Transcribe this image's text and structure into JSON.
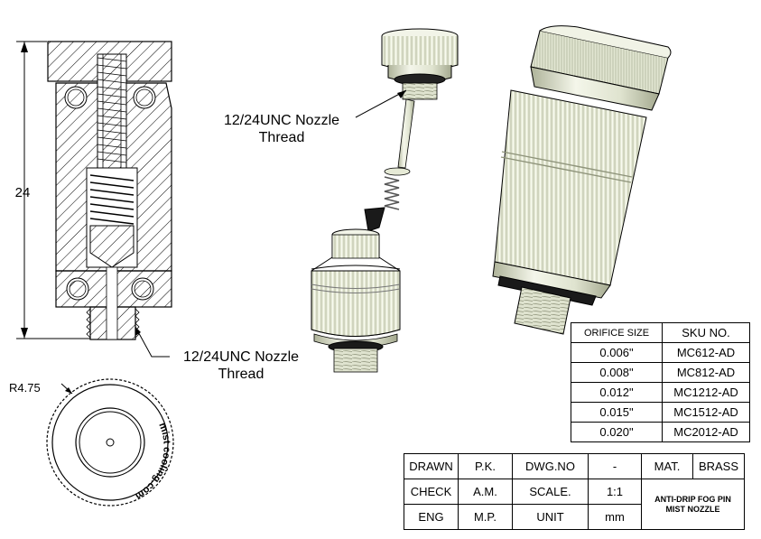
{
  "labels": {
    "dimension_height": "24",
    "thread_label_lower": "12/24UNC Nozzle Thread",
    "thread_label_upper": "12/24UNC Nozzle Thread",
    "radius": "R4.75",
    "brand_text": "mist cooling.com"
  },
  "sku_table": {
    "headers": [
      "ORIFICE SIZE",
      "SKU NO."
    ],
    "rows": [
      [
        "0.006\"",
        "MC612-AD"
      ],
      [
        "0.008\"",
        "MC812-AD"
      ],
      [
        "0.012\"",
        "MC1212-AD"
      ],
      [
        "0.015\"",
        "MC1512-AD"
      ],
      [
        "0.020\"",
        "MC2012-AD"
      ]
    ]
  },
  "title_block": {
    "drawn_label": "DRAWN",
    "drawn_value": "P.K.",
    "dwg_label": "DWG.NO",
    "dwg_value": "-",
    "mat_label": "MAT.",
    "mat_value": "BRASS",
    "check_label": "CHECK",
    "check_value": "A.M.",
    "scale_label": "SCALE.",
    "scale_value": "1:1",
    "description": "ANTI-DRIP FOG PIN MIST NOZZLE",
    "eng_label": "ENG",
    "eng_value": "M.P.",
    "unit_label": "UNIT",
    "unit_value": "mm"
  },
  "colors": {
    "line": "#000000",
    "part_fill": "#e6ead6",
    "part_shade": "#c4c9b0",
    "part_dark": "#9fa58a"
  }
}
